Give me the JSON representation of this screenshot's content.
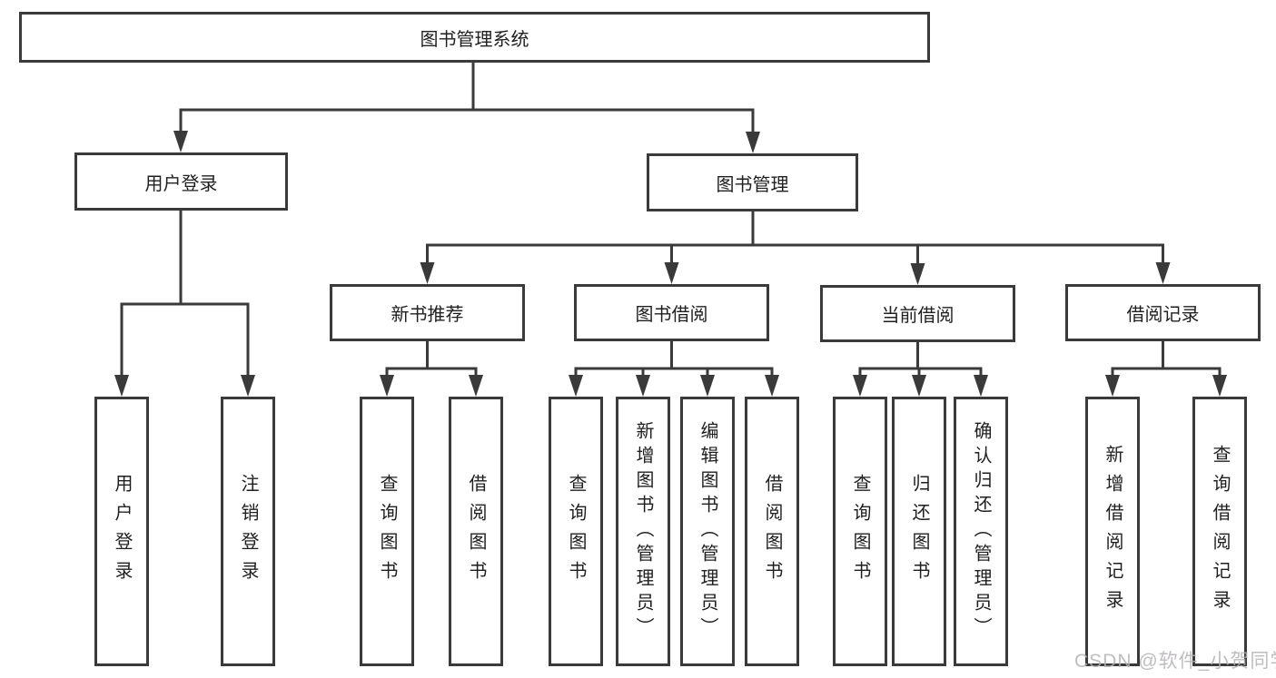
{
  "diagram_type": "hierarchy-tree",
  "tree": {
    "label": "图书管理系统",
    "children": [
      {
        "label": "用户登录",
        "children": [
          {
            "label": "用户登录"
          },
          {
            "label": "注销登录"
          }
        ]
      },
      {
        "label": "图书管理",
        "children": [
          {
            "label": "新书推荐",
            "children": [
              {
                "label": "查询图书"
              },
              {
                "label": "借阅图书"
              }
            ]
          },
          {
            "label": "图书借阅",
            "children": [
              {
                "label": "查询图书"
              },
              {
                "label": "新增图书（管理员）"
              },
              {
                "label": "编辑图书（管理员）"
              },
              {
                "label": "借阅图书"
              }
            ]
          },
          {
            "label": "当前借阅",
            "children": [
              {
                "label": "查询图书"
              },
              {
                "label": "归还图书"
              },
              {
                "label": "确认归还（管理员）"
              }
            ]
          },
          {
            "label": "借阅记录",
            "children": [
              {
                "label": "新增借阅记录"
              },
              {
                "label": "查询借阅记录"
              }
            ]
          }
        ]
      }
    ]
  },
  "watermark": "CSDN @软件_小贺同学",
  "colors": {
    "line": "#3a3a3a",
    "border": "#3a3a3a",
    "text": "#1f1f1f",
    "watermark": "#b5b2b5",
    "background": "#ffffff"
  }
}
